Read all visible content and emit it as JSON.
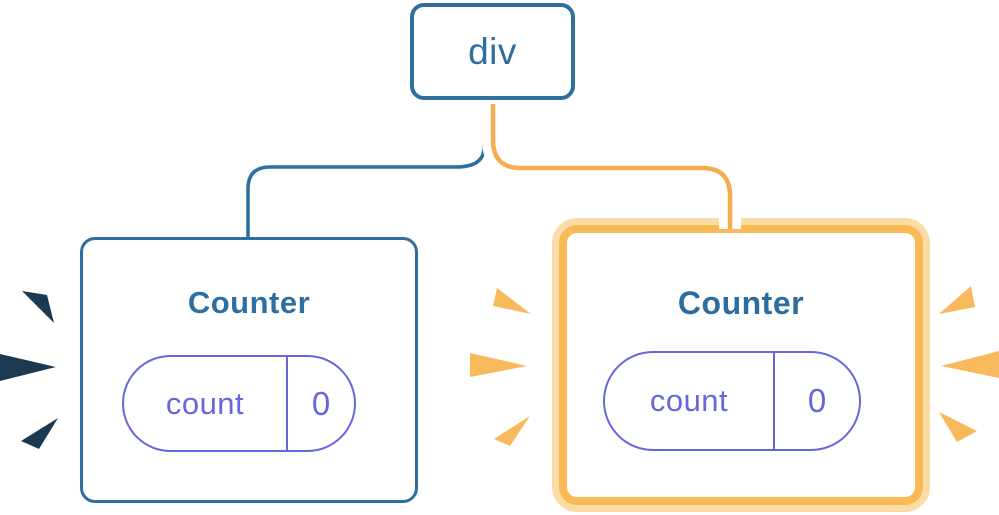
{
  "colors": {
    "steel_blue": "#2E6F9F",
    "steel_blue_dark": "#2D6D9D",
    "purple": "#6767DB",
    "orange": "#F8BA55",
    "cream": "#FCDCA6",
    "connector_yellow": "#F5AD4D",
    "wedge_orange": "#F7B95C",
    "wedge_dark": "#1B3A52"
  },
  "tree": {
    "root": {
      "label": "div"
    },
    "children": [
      {
        "title": "Counter",
        "state_key": "count",
        "state_value": "0",
        "highlighted": false
      },
      {
        "title": "Counter",
        "state_key": "count",
        "state_value": "0",
        "highlighted": true
      }
    ]
  }
}
